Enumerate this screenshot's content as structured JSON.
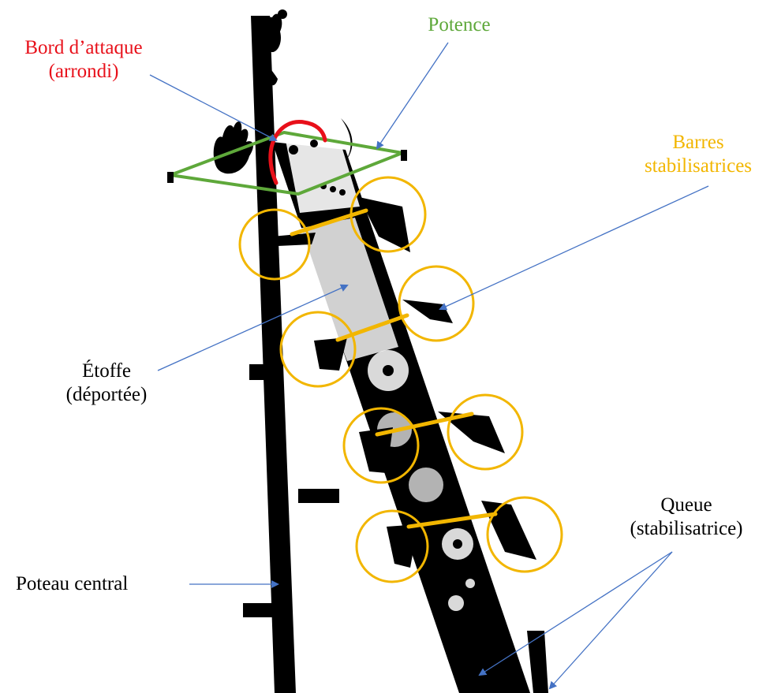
{
  "labels": {
    "leading_edge": {
      "line1": "Bord d’attaque",
      "line2": "(arrondi)"
    },
    "potence": {
      "line1": "Potence"
    },
    "barres": {
      "line1": "Barres",
      "line2": "stabilisatrices"
    },
    "etoffe": {
      "line1": "Étoffe",
      "line2": "(déportée)"
    },
    "queue": {
      "line1": "Queue",
      "line2": "(stabilisatrice)"
    },
    "poteau": {
      "line1": "Poteau central"
    }
  },
  "colors": {
    "leading_edge": "#e8101a",
    "potence": "#5ea83a",
    "barres": "#f2b600",
    "text": "#000000",
    "arrow": "#4472c4",
    "silhouette": "#000000",
    "background": "#ffffff"
  }
}
